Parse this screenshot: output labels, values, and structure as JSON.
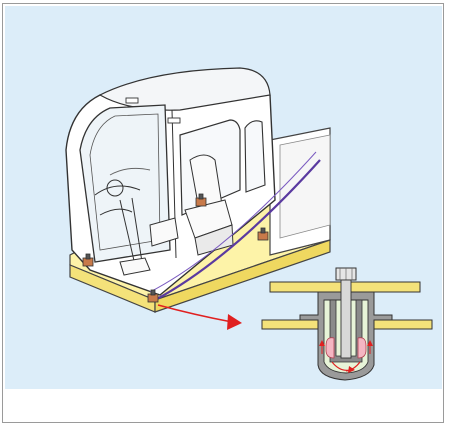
{
  "figure": {
    "panel_color": "#dcedf9",
    "cab_color": "#ffffff",
    "base_color": "#fdf3a8",
    "accent_line_color": "#5a3aa0",
    "mount_color": "#c87a4a",
    "arrow_color": "#e02020",
    "icons": [
      "cab-illustration",
      "viscous-mount-cross-section",
      "red-arrow"
    ]
  }
}
